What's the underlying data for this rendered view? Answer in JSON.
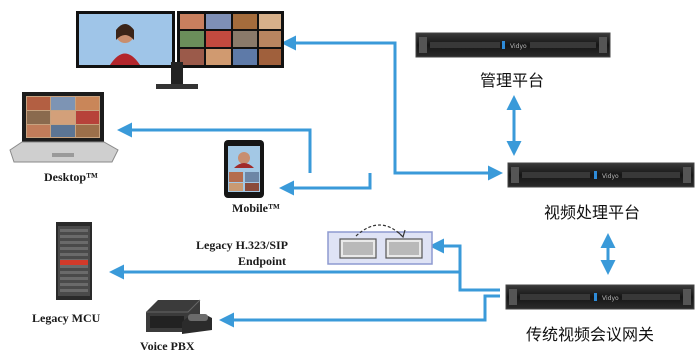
{
  "labels": {
    "desktop": "Desktop™",
    "mobile": "Mobile™",
    "legacy_endpoint_line1": "Legacy H.323/SIP",
    "legacy_endpoint_line2": "Endpoint",
    "legacy_mcu": "Legacy MCU",
    "voice_pbx": "Voice PBX",
    "management_platform": "管理平台",
    "video_processing_platform": "视频处理平台",
    "legacy_gateway": "传统视频会议网关",
    "server_brand": "Vidyo"
  },
  "colors": {
    "arrow": "#3a9ad9",
    "server_body": "#1c1c1c",
    "endpoint_box": "#dfe3f5",
    "endpoint_border": "#8e9ad0"
  }
}
